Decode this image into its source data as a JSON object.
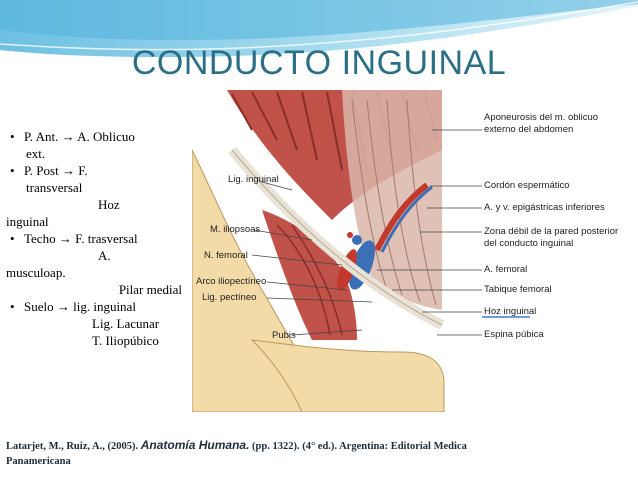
{
  "title": "CONDUCTO INGUINAL",
  "bullets": {
    "p_ant": "P. Ant. → A. Oblicuo",
    "p_ant_cont": "ext.",
    "p_post": "P. Post → F.",
    "p_post_cont": "transversal",
    "hoz": "Hoz",
    "inguinal": "inguinal",
    "techo": "Techo → F. trasversal",
    "a": "A.",
    "musculoap": "musculoap.",
    "pilar": "Pilar medial",
    "suelo": "Suelo → lig. inguinal",
    "lig_lacunar": "Lig. Lacunar",
    "t_iliopubico": "T. Iliopúbico"
  },
  "figure_labels": {
    "left": [
      "Lig. inguinal",
      "M. iliopsoas",
      "N. femoral",
      "Arco iliopectíneo",
      "Lig. pectíneo",
      "Pubis"
    ],
    "right": [
      "Aponeurosis del m. oblicuo",
      "externo del abdomen",
      "Cordón espermático",
      "A. y v. epigástricas inferiores",
      "Zona débil de la pared posterior",
      "del conducto inguinal",
      "A. femoral",
      "Tabique femoral",
      "Hoz inguinal",
      "Espina púbica"
    ]
  },
  "citation": {
    "authors": "Latarjet, M., Ruiz, A., (2005).",
    "book": "Anatomía Humana.",
    "rest": "(pp. 1322). (4° ed.). Argentina: Editorial Medica",
    "line2": "Panamericana"
  },
  "colors": {
    "title": "#2a6f86",
    "wave": "#7cc8e6",
    "muscle": "#c0524a",
    "bone": "#f3dba8"
  }
}
